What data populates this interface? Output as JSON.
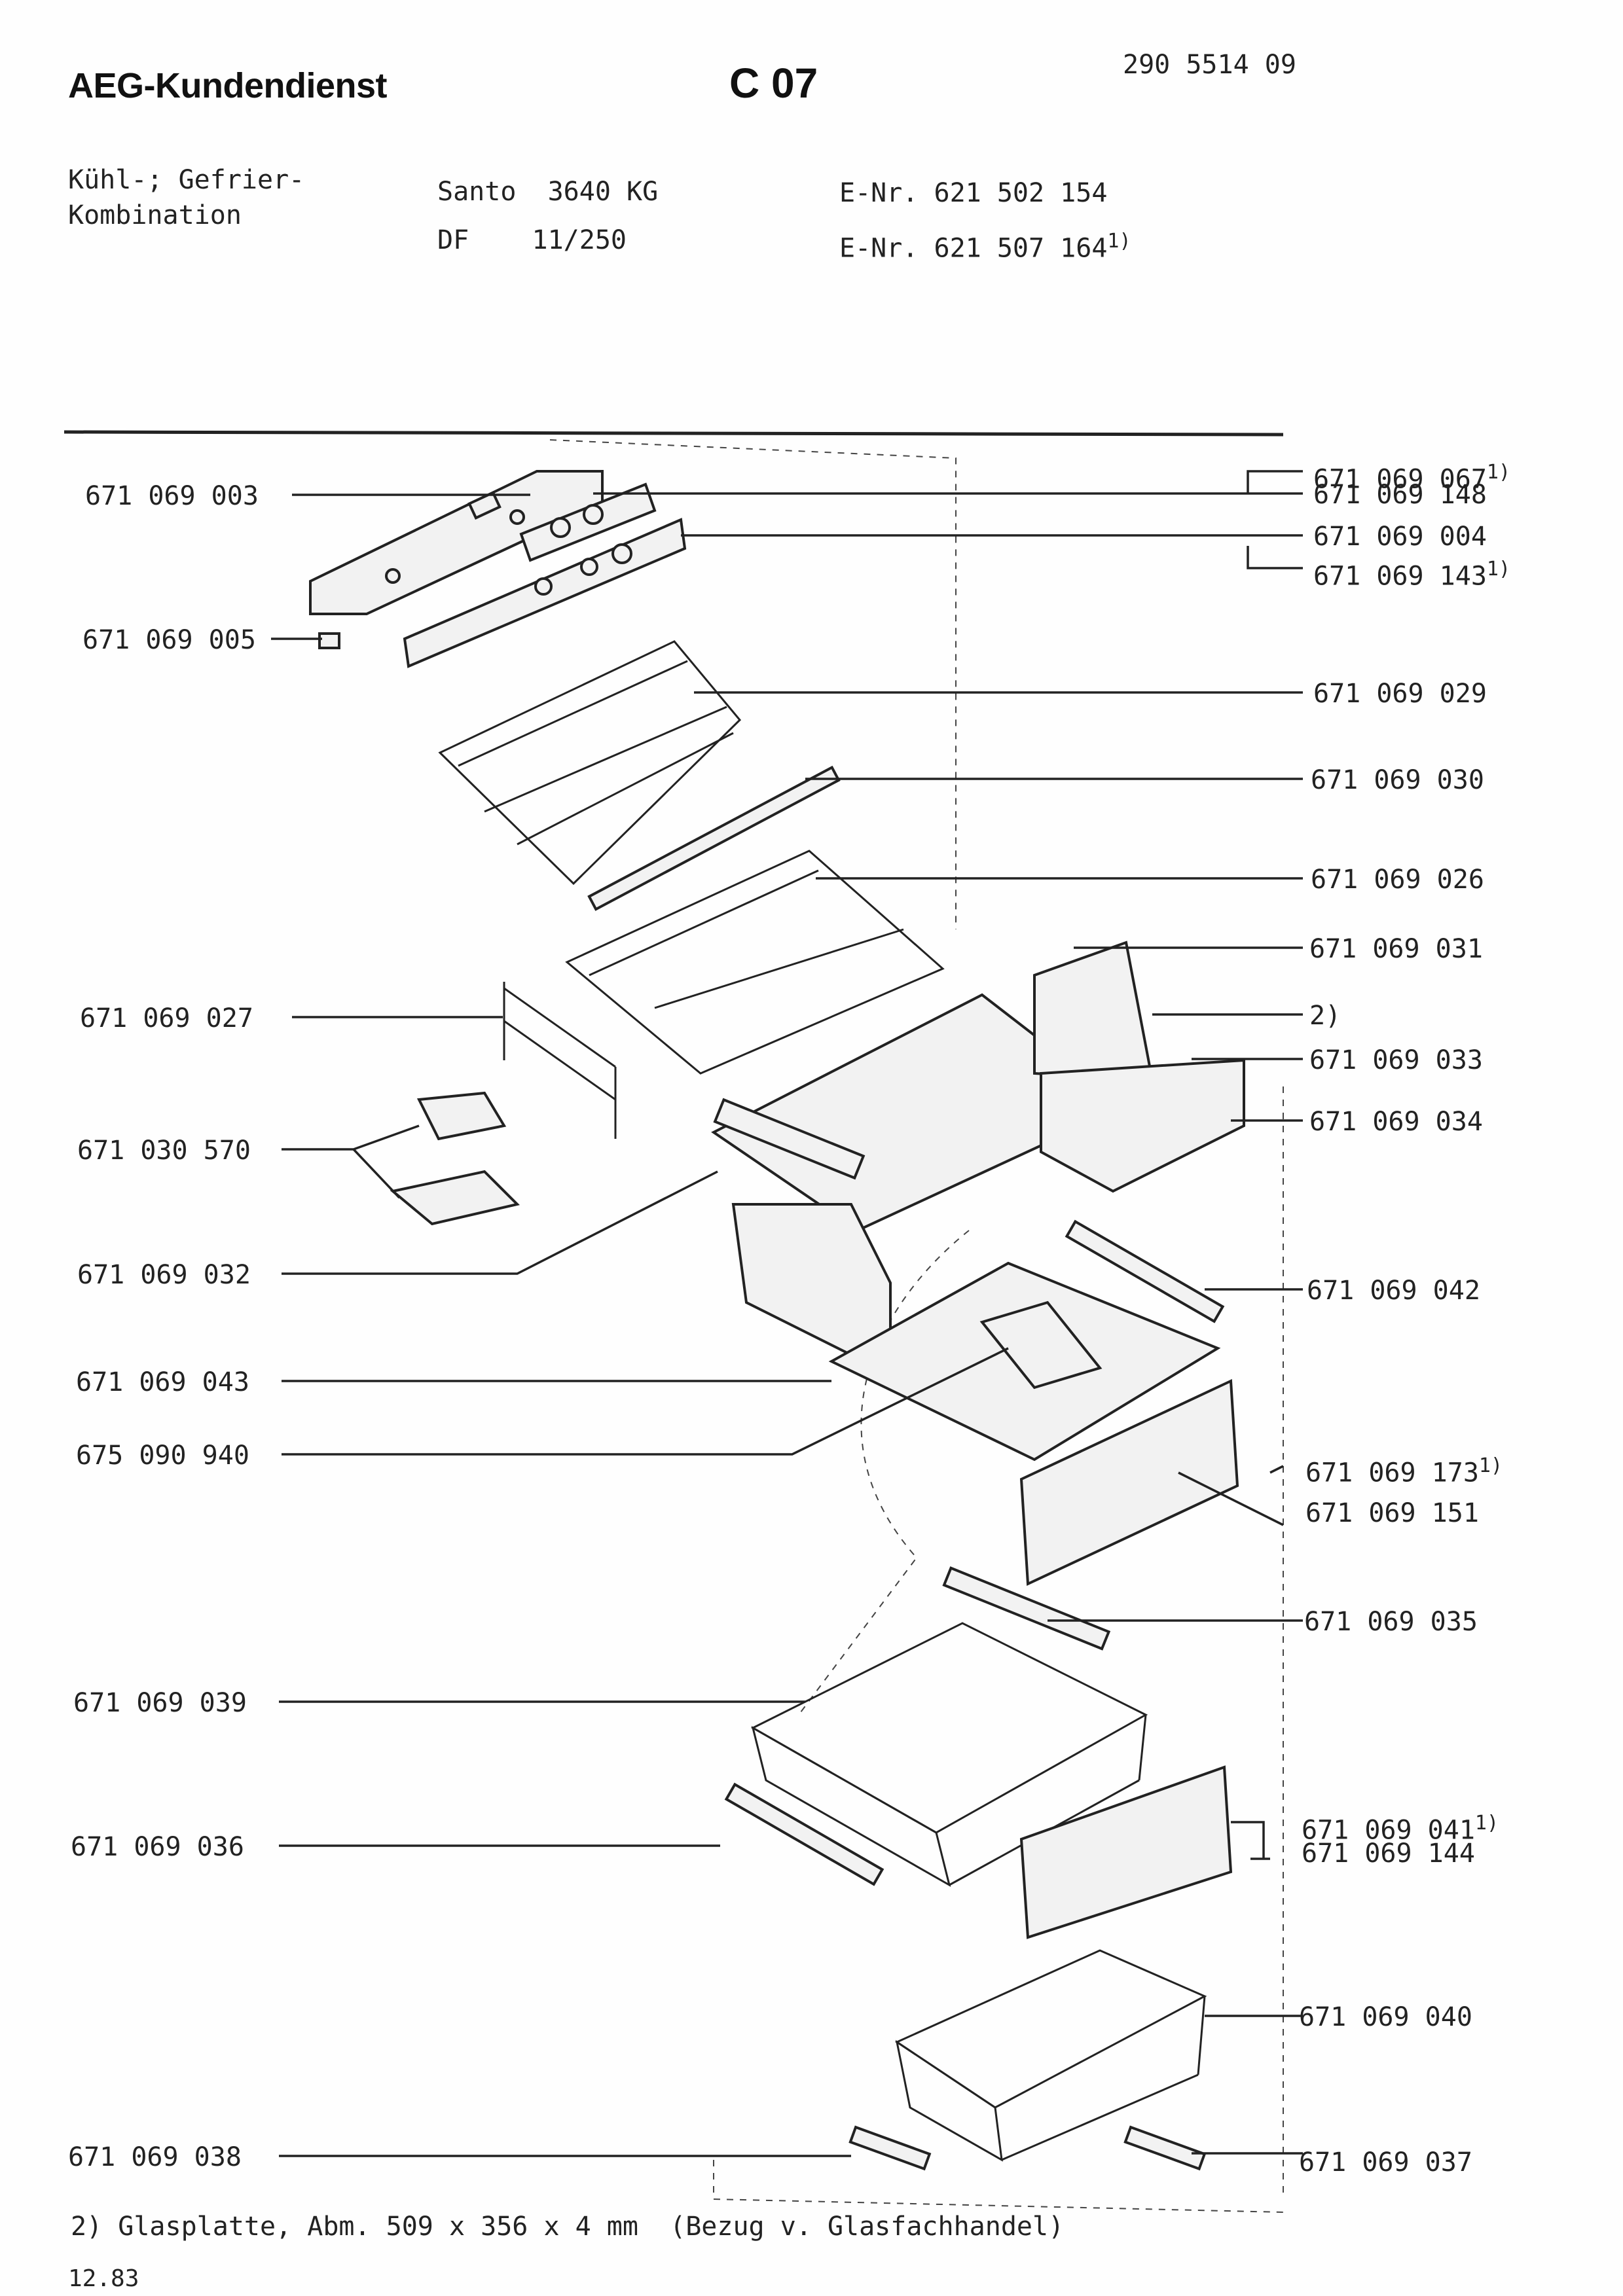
{
  "header": {
    "brand": "AEG-Kundendienst",
    "code": "C 07",
    "doc_number": "290 5514 09",
    "appliance_type_line1": "Kühl-; Gefrier-",
    "appliance_type_line2": "Kombination",
    "model_line1": "Santo  3640 KG",
    "model_line2": "DF    11/250",
    "enr_line1": "E-Nr. 621 502 154",
    "enr_line2": "E-Nr. 621 507 164",
    "enr_line2_note": "1)"
  },
  "parts_left": [
    "671 069 003",
    "671 069 005",
    "671 069 027",
    "671 030 570",
    "671 069 032",
    "671 069 043",
    "675 090 940",
    "671 069 039",
    "671 069 036",
    "671 069 038"
  ],
  "parts_right": {
    "p067": "671 069 067",
    "p148": "671 069 148",
    "p004": "671 069 004",
    "p143": "671 069 143",
    "p029": "671 069 029",
    "p030": "671 069 030",
    "p026": "671 069 026",
    "p031": "671 069 031",
    "glass": "2)",
    "p033": "671 069 033",
    "p034": "671 069 034",
    "p042": "671 069 042",
    "p173": "671 069 173",
    "p151": "671 069 151",
    "p035": "671 069 035",
    "p041": "671 069 041",
    "p144": "671 069 144",
    "p040": "671 069 040",
    "p037": "671 069 037"
  },
  "footnote_marker": "1)",
  "footer": {
    "note": "2) Glasplatte, Abm. 509 x 356 x 4 mm  (Bezug v. Glasfachhandel)",
    "date": "12.83"
  }
}
